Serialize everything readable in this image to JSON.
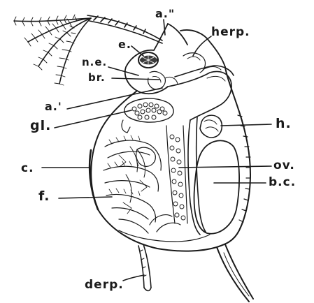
{
  "labels": {
    "a2": "a.\"",
    "herp": "herp.",
    "e": "e.",
    "ne": "n.e.",
    "br": "br.",
    "a1": "a.'",
    "gl": "gl.",
    "h": "h.",
    "c": "c.",
    "ov": "ov.",
    "bc": "b.c.",
    "f": "f.",
    "derp": "derp."
  },
  "colors": {
    "ink": "#1a1a1a",
    "background": "#ffffff"
  }
}
